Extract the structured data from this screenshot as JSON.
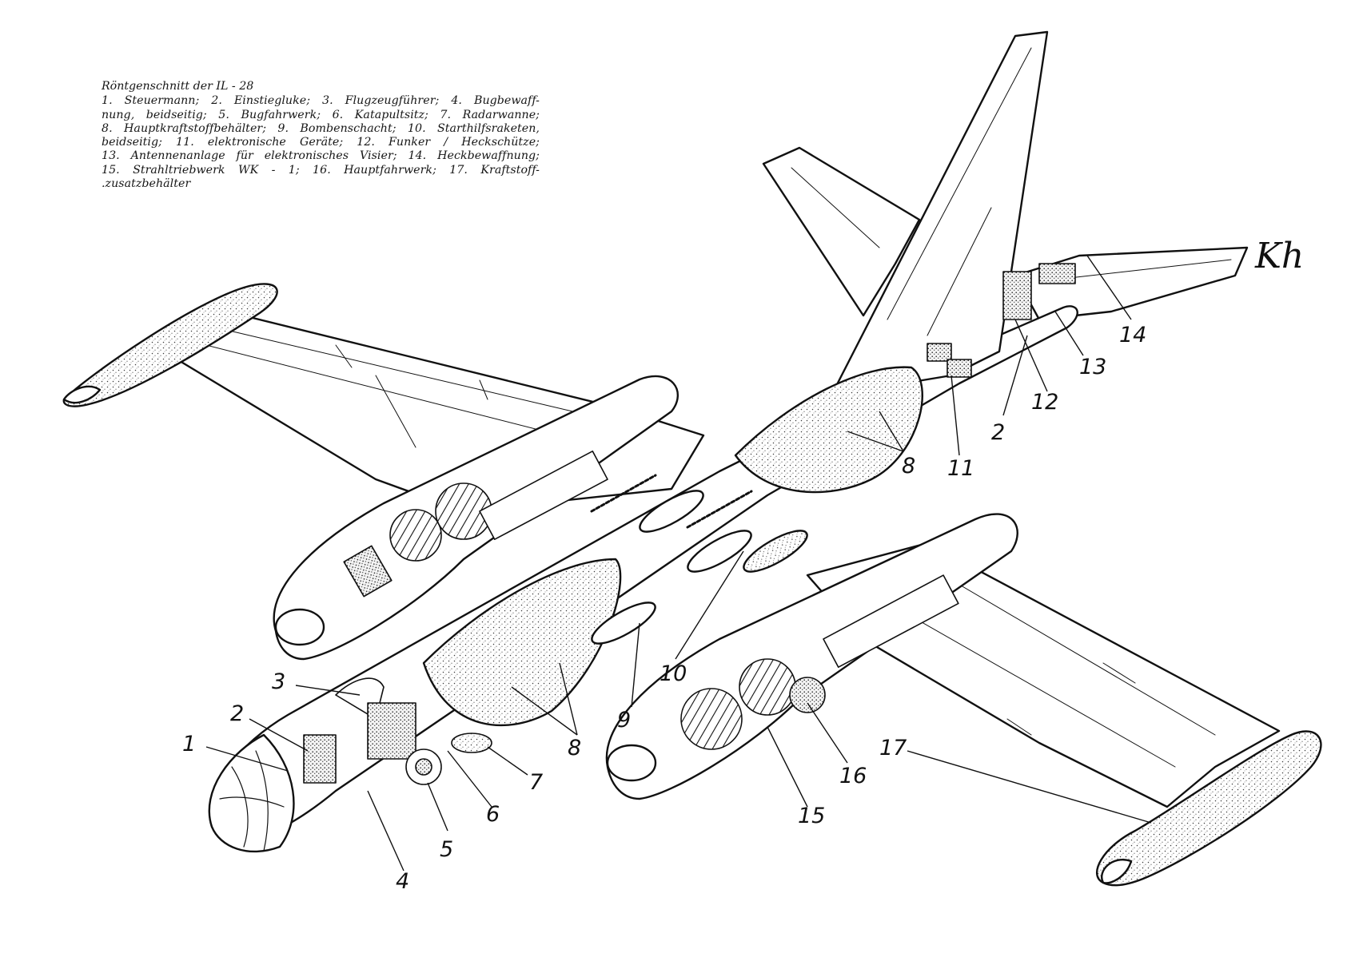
{
  "caption": {
    "title": "Röntgenschnitt der IL - 28",
    "lines": [
      "1. Steuermann; 2. Einstiegluke; 3. Flugzeugführer; 4. Bugbewaff-",
      "nung, beidseitig; 5. Bugfahrwerk; 6. Katapultsitz; 7. Radarwanne;",
      "8. Hauptkraftstoffbehälter; 9. Bombenschacht; 10. Starthilfsraketen,",
      "beidseitig; 11. elektronische Geräte; 12. Funker / Heckschütze;",
      "13. Antennenanlage für elektronisches Visier; 14. Heckbewaffnung;",
      "15. Strahltriebwerk WK - 1; 16. Hauptfahrwerk; 17. Kraftstoff-",
      ".zusatzbehälter"
    ]
  },
  "callouts": {
    "n1": "1",
    "n2": "2",
    "n3": "3",
    "n4": "4",
    "n5": "5",
    "n6": "6",
    "n7": "7",
    "n8a": "8",
    "n8b": "8",
    "n9": "9",
    "n10": "10",
    "n11": "11",
    "n12": "12",
    "n13": "13",
    "n14": "14",
    "n15": "15",
    "n16": "16",
    "n17": "17",
    "n2b": "2"
  },
  "signature": "Kh",
  "colors": {
    "ink": "#111111",
    "paper": "#ffffff",
    "stipple": "#8a8a8a"
  }
}
